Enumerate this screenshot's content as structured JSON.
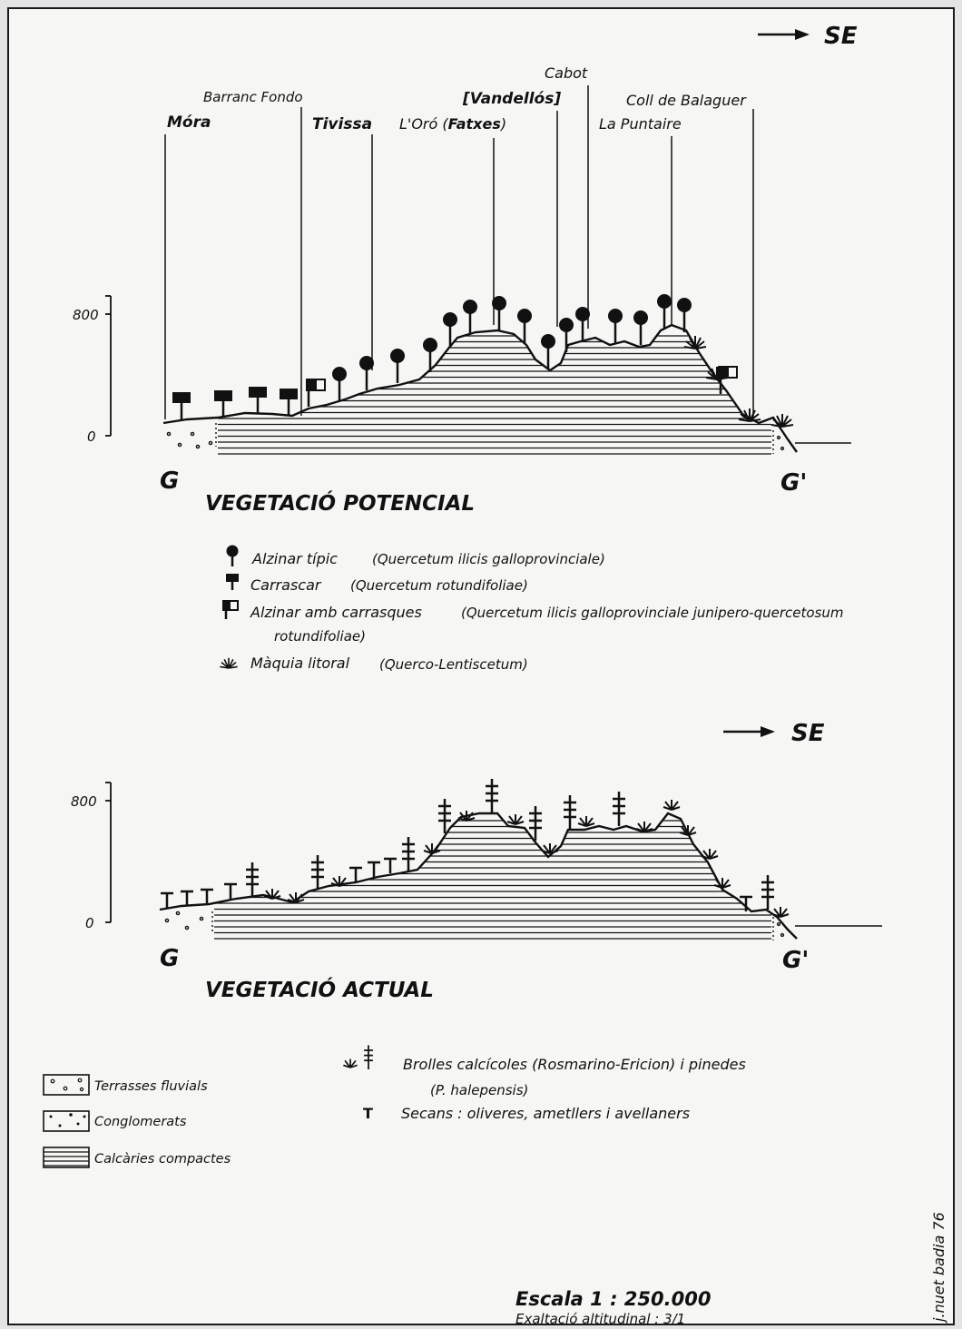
{
  "top_section": {
    "direction": "SE",
    "places": {
      "barranc_fondo": "Barranc Fondo",
      "mora": "Móra",
      "tivissa": "Tivissa",
      "loro_prefix": "L'Oró (",
      "fatxes": "Fatxes",
      "loro_suffix": ")",
      "vandellos": "[Vandellós]",
      "cabot": "Cabot",
      "la_puntaire": "La Puntaire",
      "coll_balaguer": "Coll de Balaguer"
    },
    "axis": {
      "label_800": "800",
      "label_0": "0"
    },
    "start_label": "G",
    "end_label": "G'",
    "title": "VEGETACIÓ POTENCIAL"
  },
  "legend_potential": {
    "alzinar_tipic": {
      "name": "Alzinar típic",
      "latin": "(Quercetum ilicis galloprovinciale)"
    },
    "carrascar": {
      "name": "Carrascar",
      "latin": "(Quercetum rotundifoliae)"
    },
    "alzinar_carrasques": {
      "name": "Alzinar amb carrasques",
      "latin": "(Quercetum ilicis galloprovinciale junipero-quercetosum",
      "latin_cont": "rotundifoliae)"
    },
    "maquia": {
      "name": "Màquia litoral",
      "latin": "(Querco-Lentiscetum)"
    }
  },
  "bottom_section": {
    "direction": "SE",
    "axis": {
      "label_800": "800",
      "label_0": "0"
    },
    "start_label": "G",
    "end_label": "G'",
    "title": "VEGETACIÓ ACTUAL"
  },
  "legend_geology": {
    "terrasses": "Terrasses fluvials",
    "conglomerats": "Conglomerats",
    "calcaries": "Calcàries compactes"
  },
  "legend_actual": {
    "brolles": "Brolles calcícoles (Rosmarino-Ericion) i pinedes",
    "brolles_cont": "(P. halepensis)",
    "secans_symbol": "T",
    "secans": "Secans : oliveres, ametllers i avellaners"
  },
  "footer": {
    "scale": "Escala  1 : 250.000",
    "exaltation": "Exaltació altitudinal : 3/1",
    "author": "j.nuet badia 76"
  },
  "colors": {
    "ink": "#111111",
    "paper": "#f6f6f4"
  }
}
